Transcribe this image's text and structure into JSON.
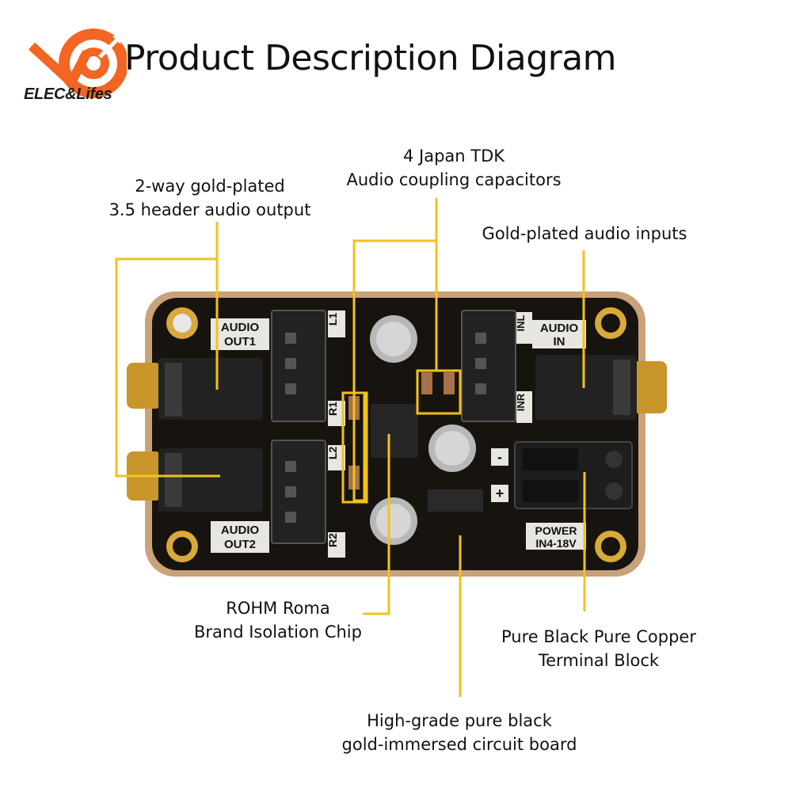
{
  "brand": {
    "name": "ELEC&Lifes",
    "accent": "#f26522"
  },
  "title": "Product Description Diagram",
  "callouts": {
    "capacitors": {
      "line1": "4 Japan TDK",
      "line2": "Audio coupling capacitors"
    },
    "output": {
      "line1": "2-way gold-plated",
      "line2": "3.5 header audio output"
    },
    "inputs": {
      "line1": "Gold-plated audio inputs"
    },
    "chip": {
      "line1": "ROHM Roma",
      "line2": "Brand Isolation Chip"
    },
    "terminal": {
      "line1": "Pure Black Pure Copper",
      "line2": "Terminal Block"
    },
    "board": {
      "line1": "High-grade pure black",
      "line2": "gold-immersed circuit board"
    }
  },
  "board_labels": {
    "audio_out1": [
      "AUDIO",
      "OUT1"
    ],
    "audio_out2": [
      "AUDIO",
      "OUT2"
    ],
    "audio_in": [
      "AUDIO",
      "IN"
    ],
    "power": [
      "POWER",
      "IN4-18V"
    ],
    "l1": "L1",
    "r1": "R1",
    "l2": "L2",
    "r2": "R2",
    "inl": "INL",
    "inr": "INR",
    "minus": "-",
    "plus": "+"
  },
  "colors": {
    "leader": "#f2c21b",
    "board": "#17140f",
    "board_edge": "#c9a27a",
    "gold": "#d9a93a"
  }
}
